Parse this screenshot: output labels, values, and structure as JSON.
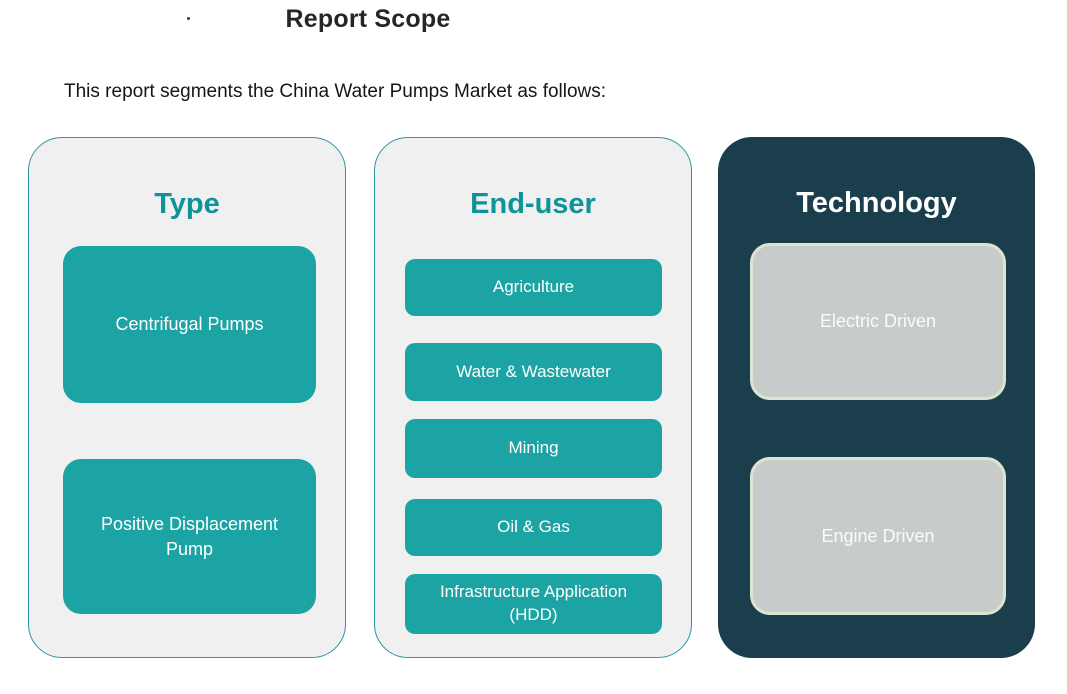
{
  "page": {
    "title": "Report Scope",
    "subtitle": "This report segments the China Water Pumps Market as follows:"
  },
  "colors": {
    "teal_box": "#1ca3a3",
    "teal_heading": "#0e9498",
    "dark_panel": "#1b3e4d",
    "light_panel": "#f0f0f1",
    "light_panel_border": "#2b97a5",
    "gray_box": "#c7cbca",
    "gray_box_border": "#dde4d2",
    "title_text": "#262626",
    "box_text": "#ffffff"
  },
  "columns": [
    {
      "header": "Type",
      "items": [
        "Centrifugal Pumps",
        "Positive Displacement Pump"
      ]
    },
    {
      "header": "End-user",
      "items": [
        "Agriculture",
        "Water & Wastewater",
        "Mining",
        "Oil & Gas",
        "Infrastructure Application (HDD)"
      ]
    },
    {
      "header": "Technology",
      "items": [
        "Electric Driven",
        "Engine Driven"
      ]
    }
  ]
}
